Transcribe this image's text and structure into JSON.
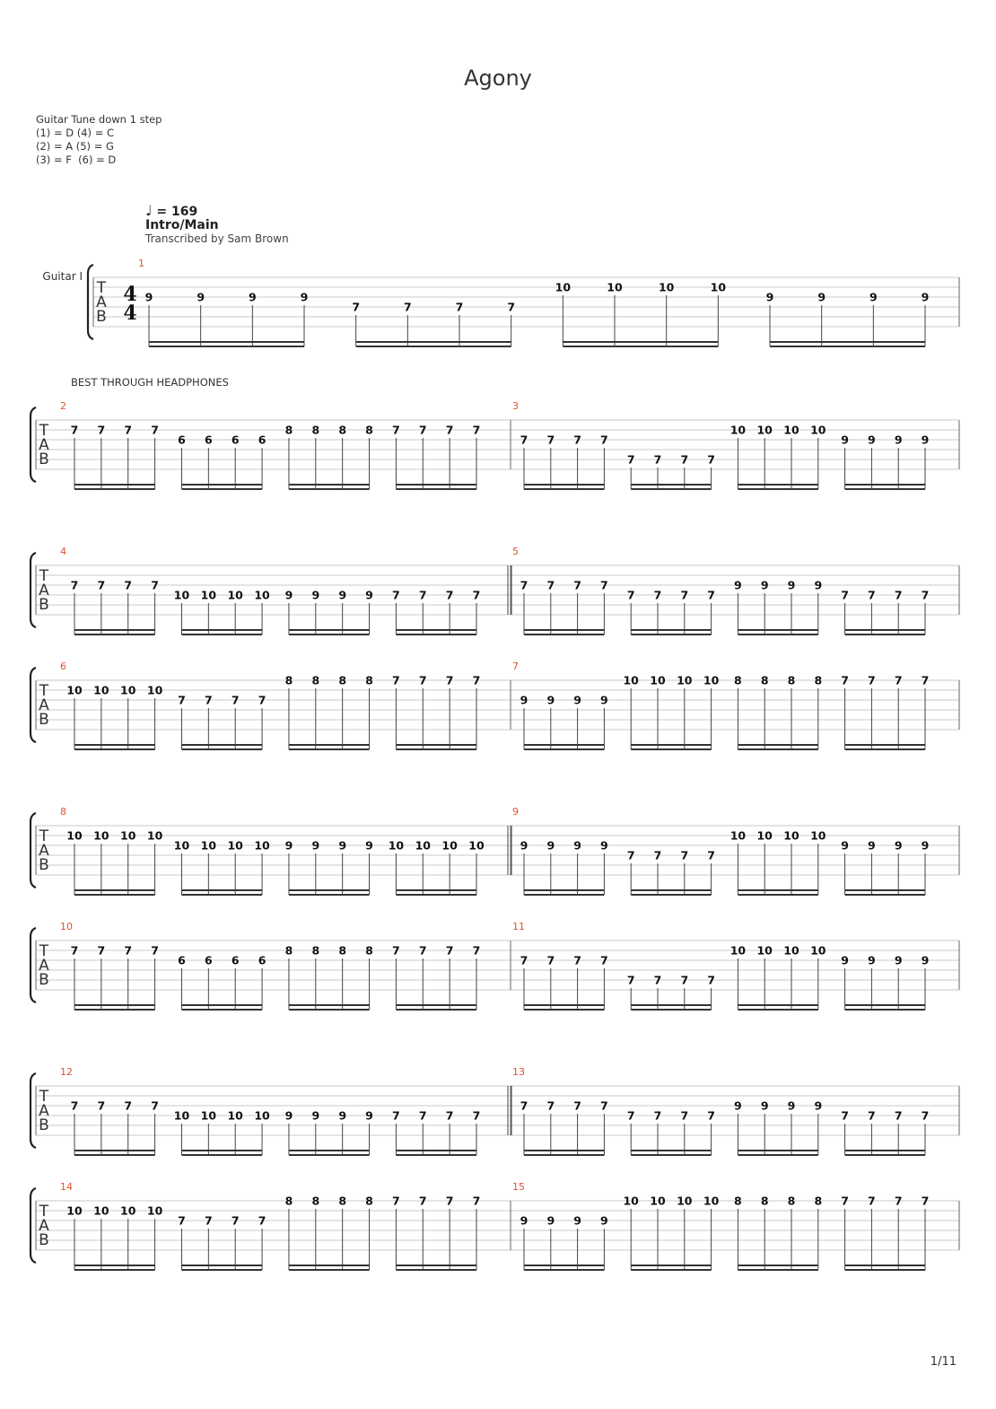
{
  "title": "Agony",
  "tuning": {
    "heading": "Guitar Tune down 1 step",
    "lines": [
      "(1) = D (4) = C",
      "(2) = A (5) = G",
      "(3) = F  (6) = D"
    ]
  },
  "tempo": {
    "note_symbol": "♩",
    "text": "= 169"
  },
  "section": "Intro/Main",
  "credit": "Transcribed by Sam Brown",
  "annotation": "BEST THROUGH HEADPHONES",
  "instrument": "Guitar I",
  "time_signature": {
    "top": "4",
    "bottom": "4"
  },
  "tab_letters": [
    "T",
    "A",
    "B"
  ],
  "page_number": "1/11",
  "systems": [
    {
      "measures": [
        {
          "number": "1",
          "groups": [
            [
              9,
              2
            ],
            [
              7,
              3
            ],
            [
              10,
              1
            ],
            [
              9,
              2
            ]
          ]
        }
      ]
    },
    {
      "measures": [
        {
          "number": "2",
          "groups": [
            [
              7,
              1
            ],
            [
              6,
              2
            ],
            [
              8,
              1
            ],
            [
              7,
              1
            ]
          ]
        },
        {
          "number": "3",
          "groups": [
            [
              7,
              2
            ],
            [
              7,
              4
            ],
            [
              10,
              1
            ],
            [
              9,
              2
            ]
          ]
        }
      ]
    },
    {
      "measures": [
        {
          "number": "4",
          "groups": [
            [
              7,
              2
            ],
            [
              10,
              3
            ],
            [
              9,
              3
            ],
            [
              7,
              3
            ]
          ]
        },
        {
          "number": "5",
          "repeat_start": true,
          "groups": [
            [
              7,
              2
            ],
            [
              7,
              3
            ],
            [
              9,
              2
            ],
            [
              7,
              3
            ]
          ]
        }
      ]
    },
    {
      "measures": [
        {
          "number": "6",
          "groups": [
            [
              10,
              1
            ],
            [
              7,
              2
            ],
            [
              8,
              0
            ],
            [
              7,
              0
            ]
          ]
        },
        {
          "number": "7",
          "groups": [
            [
              9,
              2
            ],
            [
              10,
              0
            ],
            [
              8,
              0
            ],
            [
              7,
              0
            ]
          ]
        }
      ]
    },
    {
      "measures": [
        {
          "number": "8",
          "groups": [
            [
              10,
              1
            ],
            [
              10,
              2
            ],
            [
              9,
              2
            ],
            [
              10,
              2
            ]
          ]
        },
        {
          "number": "9",
          "repeat_start": true,
          "groups": [
            [
              9,
              2
            ],
            [
              7,
              3
            ],
            [
              10,
              1
            ],
            [
              9,
              2
            ]
          ]
        }
      ]
    },
    {
      "measures": [
        {
          "number": "10",
          "groups": [
            [
              7,
              1
            ],
            [
              6,
              2
            ],
            [
              8,
              1
            ],
            [
              7,
              1
            ]
          ]
        },
        {
          "number": "11",
          "groups": [
            [
              7,
              2
            ],
            [
              7,
              4
            ],
            [
              10,
              1
            ],
            [
              9,
              2
            ]
          ]
        }
      ]
    },
    {
      "measures": [
        {
          "number": "12",
          "groups": [
            [
              7,
              2
            ],
            [
              10,
              3
            ],
            [
              9,
              3
            ],
            [
              7,
              3
            ]
          ]
        },
        {
          "number": "13",
          "repeat_start": true,
          "groups": [
            [
              7,
              2
            ],
            [
              7,
              3
            ],
            [
              9,
              2
            ],
            [
              7,
              3
            ]
          ]
        }
      ]
    },
    {
      "measures": [
        {
          "number": "14",
          "groups": [
            [
              10,
              1
            ],
            [
              7,
              2
            ],
            [
              8,
              0
            ],
            [
              7,
              0
            ]
          ]
        },
        {
          "number": "15",
          "groups": [
            [
              9,
              2
            ],
            [
              10,
              0
            ],
            [
              8,
              0
            ],
            [
              7,
              0
            ]
          ]
        }
      ]
    }
  ]
}
